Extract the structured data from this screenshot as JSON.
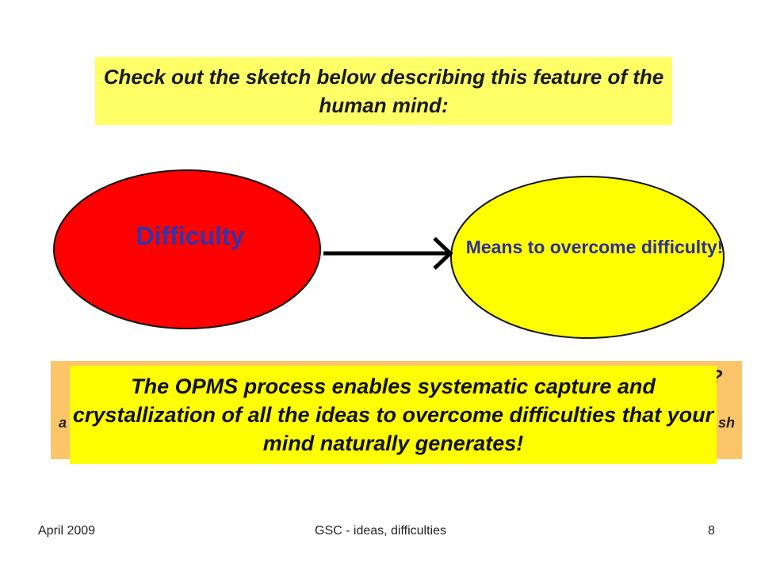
{
  "title_box": {
    "text": "Check out the sketch below describing this feature of the human mind:"
  },
  "diagram": {
    "problem_label": "Difficulty",
    "solution_label": "Means to overcome difficulty!",
    "colors": {
      "problem_fill": "#ff0000",
      "solution_fill": "#ffff00",
      "arrow": "#000000",
      "label_color": "#3333aa"
    }
  },
  "underlay_box": {
    "fragment_right_top": "?",
    "fragment_left": "a",
    "fragment_right": "sh"
  },
  "front_box": {
    "text": "The  OPMS process enables systematic capture and crystallization of  all the ideas to overcome difficulties that  your mind naturally generates!"
  },
  "footer": {
    "date": "April 2009",
    "title": "GSC - ideas, difficulties",
    "page": "8"
  }
}
